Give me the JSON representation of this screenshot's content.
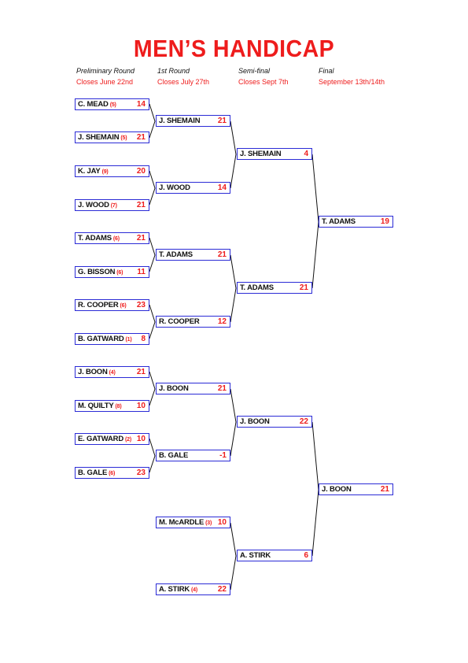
{
  "title": "MEN’S HANDICAP",
  "rounds": [
    {
      "name": "Preliminary Round",
      "closes": "Closes June 22nd"
    },
    {
      "name": "1st Round",
      "closes": "Closes July 27th"
    },
    {
      "name": "Semi-final",
      "closes": "Closes Sept 7th"
    },
    {
      "name": "Final",
      "closes": "September 13th/14th"
    }
  ],
  "preliminary": [
    {
      "name": "C. MEAD",
      "handicap": "(5)",
      "score": "14"
    },
    {
      "name": "J. SHEMAIN",
      "handicap": "(5)",
      "score": "21"
    },
    {
      "name": "K. JAY",
      "handicap": "(9)",
      "score": "20"
    },
    {
      "name": "J. WOOD",
      "handicap": "(7)",
      "score": "21"
    },
    {
      "name": "T. ADAMS",
      "handicap": "(6)",
      "score": "21"
    },
    {
      "name": "G. BISSON",
      "handicap": "(6)",
      "score": "11"
    },
    {
      "name": "R. COOPER",
      "handicap": "(6)",
      "score": "23"
    },
    {
      "name": "B. GATWARD",
      "handicap": "(1)",
      "score": "8"
    },
    {
      "name": "J. BOON",
      "handicap": "(4)",
      "score": "21"
    },
    {
      "name": "M. QUILTY",
      "handicap": "(8)",
      "score": "10"
    },
    {
      "name": "E. GATWARD",
      "handicap": "(2)",
      "score": "10"
    },
    {
      "name": "B. GALE",
      "handicap": "(6)",
      "score": "23"
    }
  ],
  "first_round": [
    {
      "name": "J. SHEMAIN",
      "score": "21"
    },
    {
      "name": "J. WOOD",
      "score": "14"
    },
    {
      "name": "T. ADAMS",
      "score": "21"
    },
    {
      "name": "R. COOPER",
      "score": "12"
    },
    {
      "name": "J. BOON",
      "score": "21"
    },
    {
      "name": "B. GALE",
      "score": "-1"
    },
    {
      "name": "M. McARDLE",
      "handicap": "(3)",
      "score": "10"
    },
    {
      "name": "A. STIRK",
      "handicap": "(4)",
      "score": "22"
    }
  ],
  "semi_final": [
    {
      "name": "J. SHEMAIN",
      "score": "4"
    },
    {
      "name": "T. ADAMS",
      "score": "21"
    },
    {
      "name": "J. BOON",
      "score": "22"
    },
    {
      "name": "A. STIRK",
      "score": "6"
    }
  ],
  "final": [
    {
      "name": "T. ADAMS",
      "score": "19"
    },
    {
      "name": "J. BOON",
      "score": "21"
    }
  ]
}
